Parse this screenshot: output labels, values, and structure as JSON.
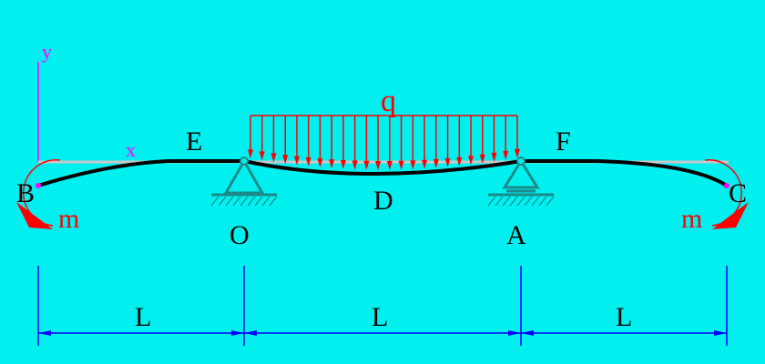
{
  "colors": {
    "background": "#00f0f0",
    "beam": "#000000",
    "undeformed": "#c8c8c8",
    "load": "#ff0000",
    "axes": "#ff00ff",
    "support": "#1a8a8a",
    "dimension": "#0000ff",
    "label": "#000000"
  },
  "axes": {
    "x_label": "x",
    "y_label": "y"
  },
  "points": {
    "B": "B",
    "C": "C",
    "E": "E",
    "F": "F",
    "D": "D",
    "O": "O",
    "A": "A"
  },
  "loads": {
    "distributed_label": "q",
    "moment_left_label": "m",
    "moment_right_label": "m",
    "distributed_arrow_count": 24
  },
  "dimensions": [
    "L",
    "L",
    "L"
  ]
}
